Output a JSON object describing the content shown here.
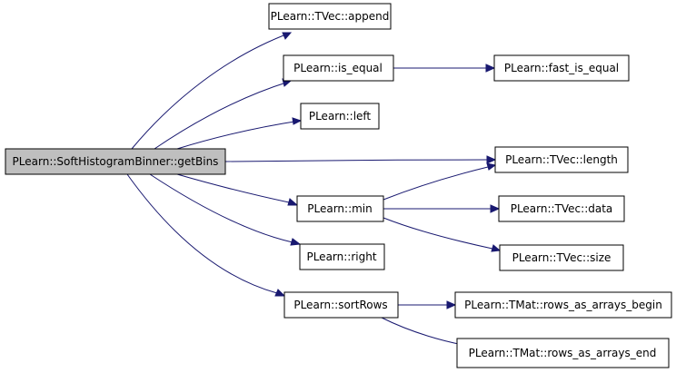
{
  "graph": {
    "nodes": [
      {
        "id": "root",
        "label": "PLearn::SoftHistogramBinner::getBins",
        "root": true
      },
      {
        "id": "append",
        "label": "PLearn::TVec::append"
      },
      {
        "id": "is_equal",
        "label": "PLearn::is_equal"
      },
      {
        "id": "fast_is_equal",
        "label": "PLearn::fast_is_equal"
      },
      {
        "id": "left",
        "label": "PLearn::left"
      },
      {
        "id": "length",
        "label": "PLearn::TVec::length"
      },
      {
        "id": "min",
        "label": "PLearn::min"
      },
      {
        "id": "data",
        "label": "PLearn::TVec::data"
      },
      {
        "id": "size",
        "label": "PLearn::TVec::size"
      },
      {
        "id": "right",
        "label": "PLearn::right"
      },
      {
        "id": "sortRows",
        "label": "PLearn::sortRows"
      },
      {
        "id": "rows_begin",
        "label": "PLearn::TMat::rows_as_arrays_begin"
      },
      {
        "id": "rows_end",
        "label": "PLearn::TMat::rows_as_arrays_end"
      }
    ],
    "edges": [
      {
        "from": "root",
        "to": "append"
      },
      {
        "from": "root",
        "to": "is_equal"
      },
      {
        "from": "root",
        "to": "left"
      },
      {
        "from": "root",
        "to": "length"
      },
      {
        "from": "root",
        "to": "min"
      },
      {
        "from": "root",
        "to": "right"
      },
      {
        "from": "root",
        "to": "sortRows"
      },
      {
        "from": "is_equal",
        "to": "fast_is_equal"
      },
      {
        "from": "min",
        "to": "length"
      },
      {
        "from": "min",
        "to": "data"
      },
      {
        "from": "min",
        "to": "size"
      },
      {
        "from": "sortRows",
        "to": "rows_begin"
      },
      {
        "from": "sortRows",
        "to": "rows_end"
      }
    ],
    "colors": {
      "edge": "#191970",
      "root_fill": "#bfbfbf",
      "node_fill": "#ffffff",
      "border": "#000000"
    }
  }
}
